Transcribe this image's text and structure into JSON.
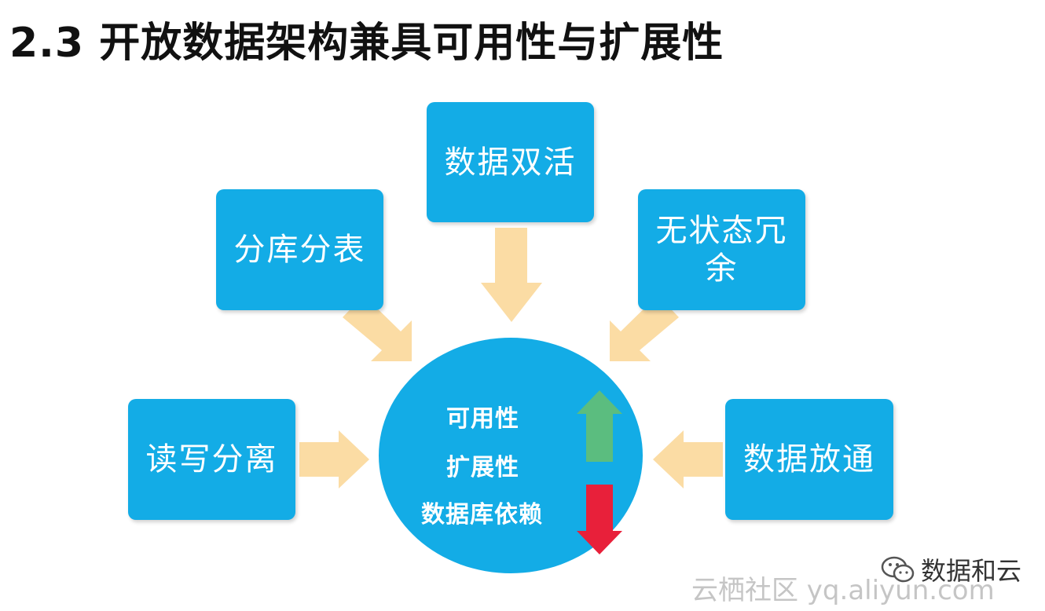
{
  "title": "2.3  开放数据架构兼具可用性与扩展性",
  "boxes": {
    "top": "数据双活",
    "left": "分库分表",
    "right": "无状态冗余",
    "bottom_left": "读写分离",
    "bottom_right": "数据放通"
  },
  "center": {
    "line1": "可用性",
    "line2": "扩展性",
    "line3": "数据库依赖"
  },
  "indicators": {
    "up": "increase",
    "down": "decrease"
  },
  "colors": {
    "box": "#13ace6",
    "arrow": "#fbdca4",
    "up_arrow": "#5bbd7f",
    "down_arrow": "#e8203a"
  },
  "footer": {
    "wechat_name": "数据和云",
    "watermark": "云栖社区 yq.aliyun.com"
  }
}
